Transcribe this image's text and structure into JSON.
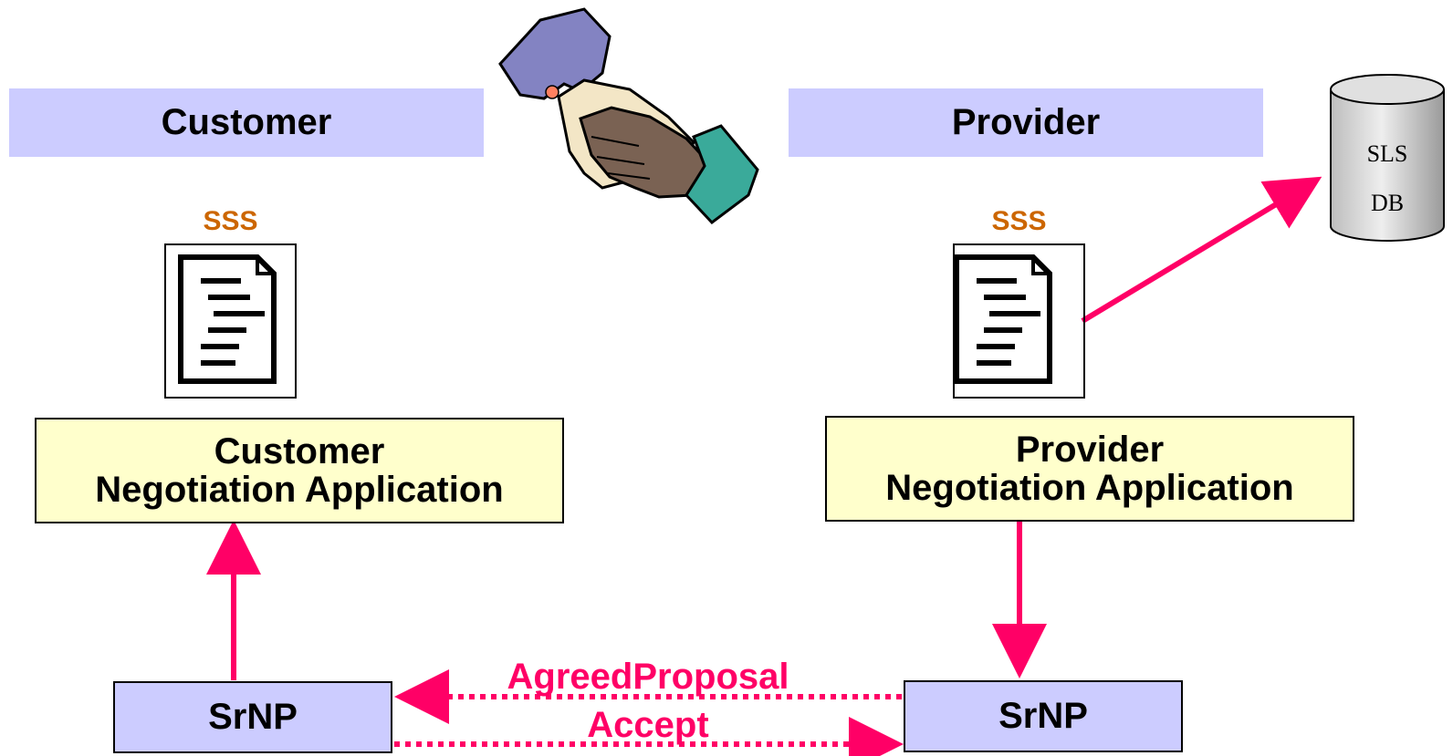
{
  "customer": {
    "title": "Customer",
    "sss_label": "SSS",
    "app_line1": "Customer",
    "app_line2": "Negotiation Application",
    "srnp_label": "SrNP"
  },
  "provider": {
    "title": "Provider",
    "sss_label": "SSS",
    "app_line1": "Provider",
    "app_line2": "Negotiation Application",
    "srnp_label": "SrNP"
  },
  "database": {
    "line1": "SLS",
    "line2": "DB"
  },
  "messages": {
    "agreed_proposal": "AgreedProposal",
    "accept": "Accept"
  },
  "colors": {
    "arrow": "#ff0066",
    "banner_fill": "#ccccff",
    "app_fill": "#ffffcc",
    "sss_text": "#cc6600"
  }
}
